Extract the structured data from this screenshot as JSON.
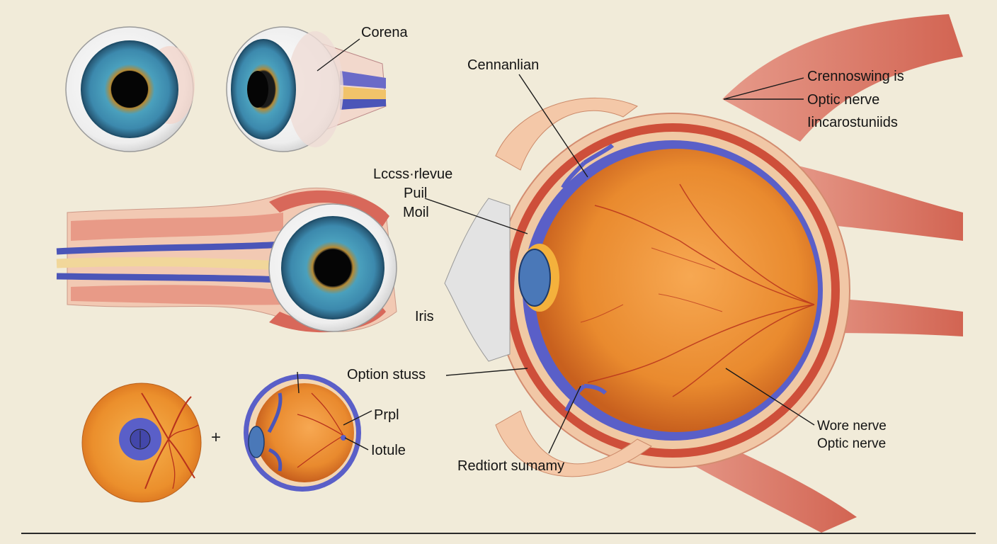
{
  "labels": {
    "corena": "Corena",
    "cennanlian": "Cennanlian",
    "crennoswing": "Crennoswing is",
    "optic_nerve_top": "Optic nerve",
    "lincarostuniids": "Iincarostuniids",
    "lccss_rlevue": "Lccss·rlevue",
    "puil": "Puil",
    "moil": "Moil",
    "iris": "Iris",
    "option_stuss": "Option stuss",
    "prpl": "Prpl",
    "iotule": "Iotule",
    "redtiort_sumamy": "Redtiort sumamy",
    "wore_nerve": "Wore nerve",
    "optic_nerve_bottom": "Optic nerve",
    "plus": "+"
  },
  "colors": {
    "background": "#f1ebd9",
    "iris_blue": "#3b8fb6",
    "iris_gold": "#c89a3a",
    "retina_orange": "#e98a2e",
    "muscle_red": "#d8685a",
    "vein_purple": "#5b5fbf"
  }
}
